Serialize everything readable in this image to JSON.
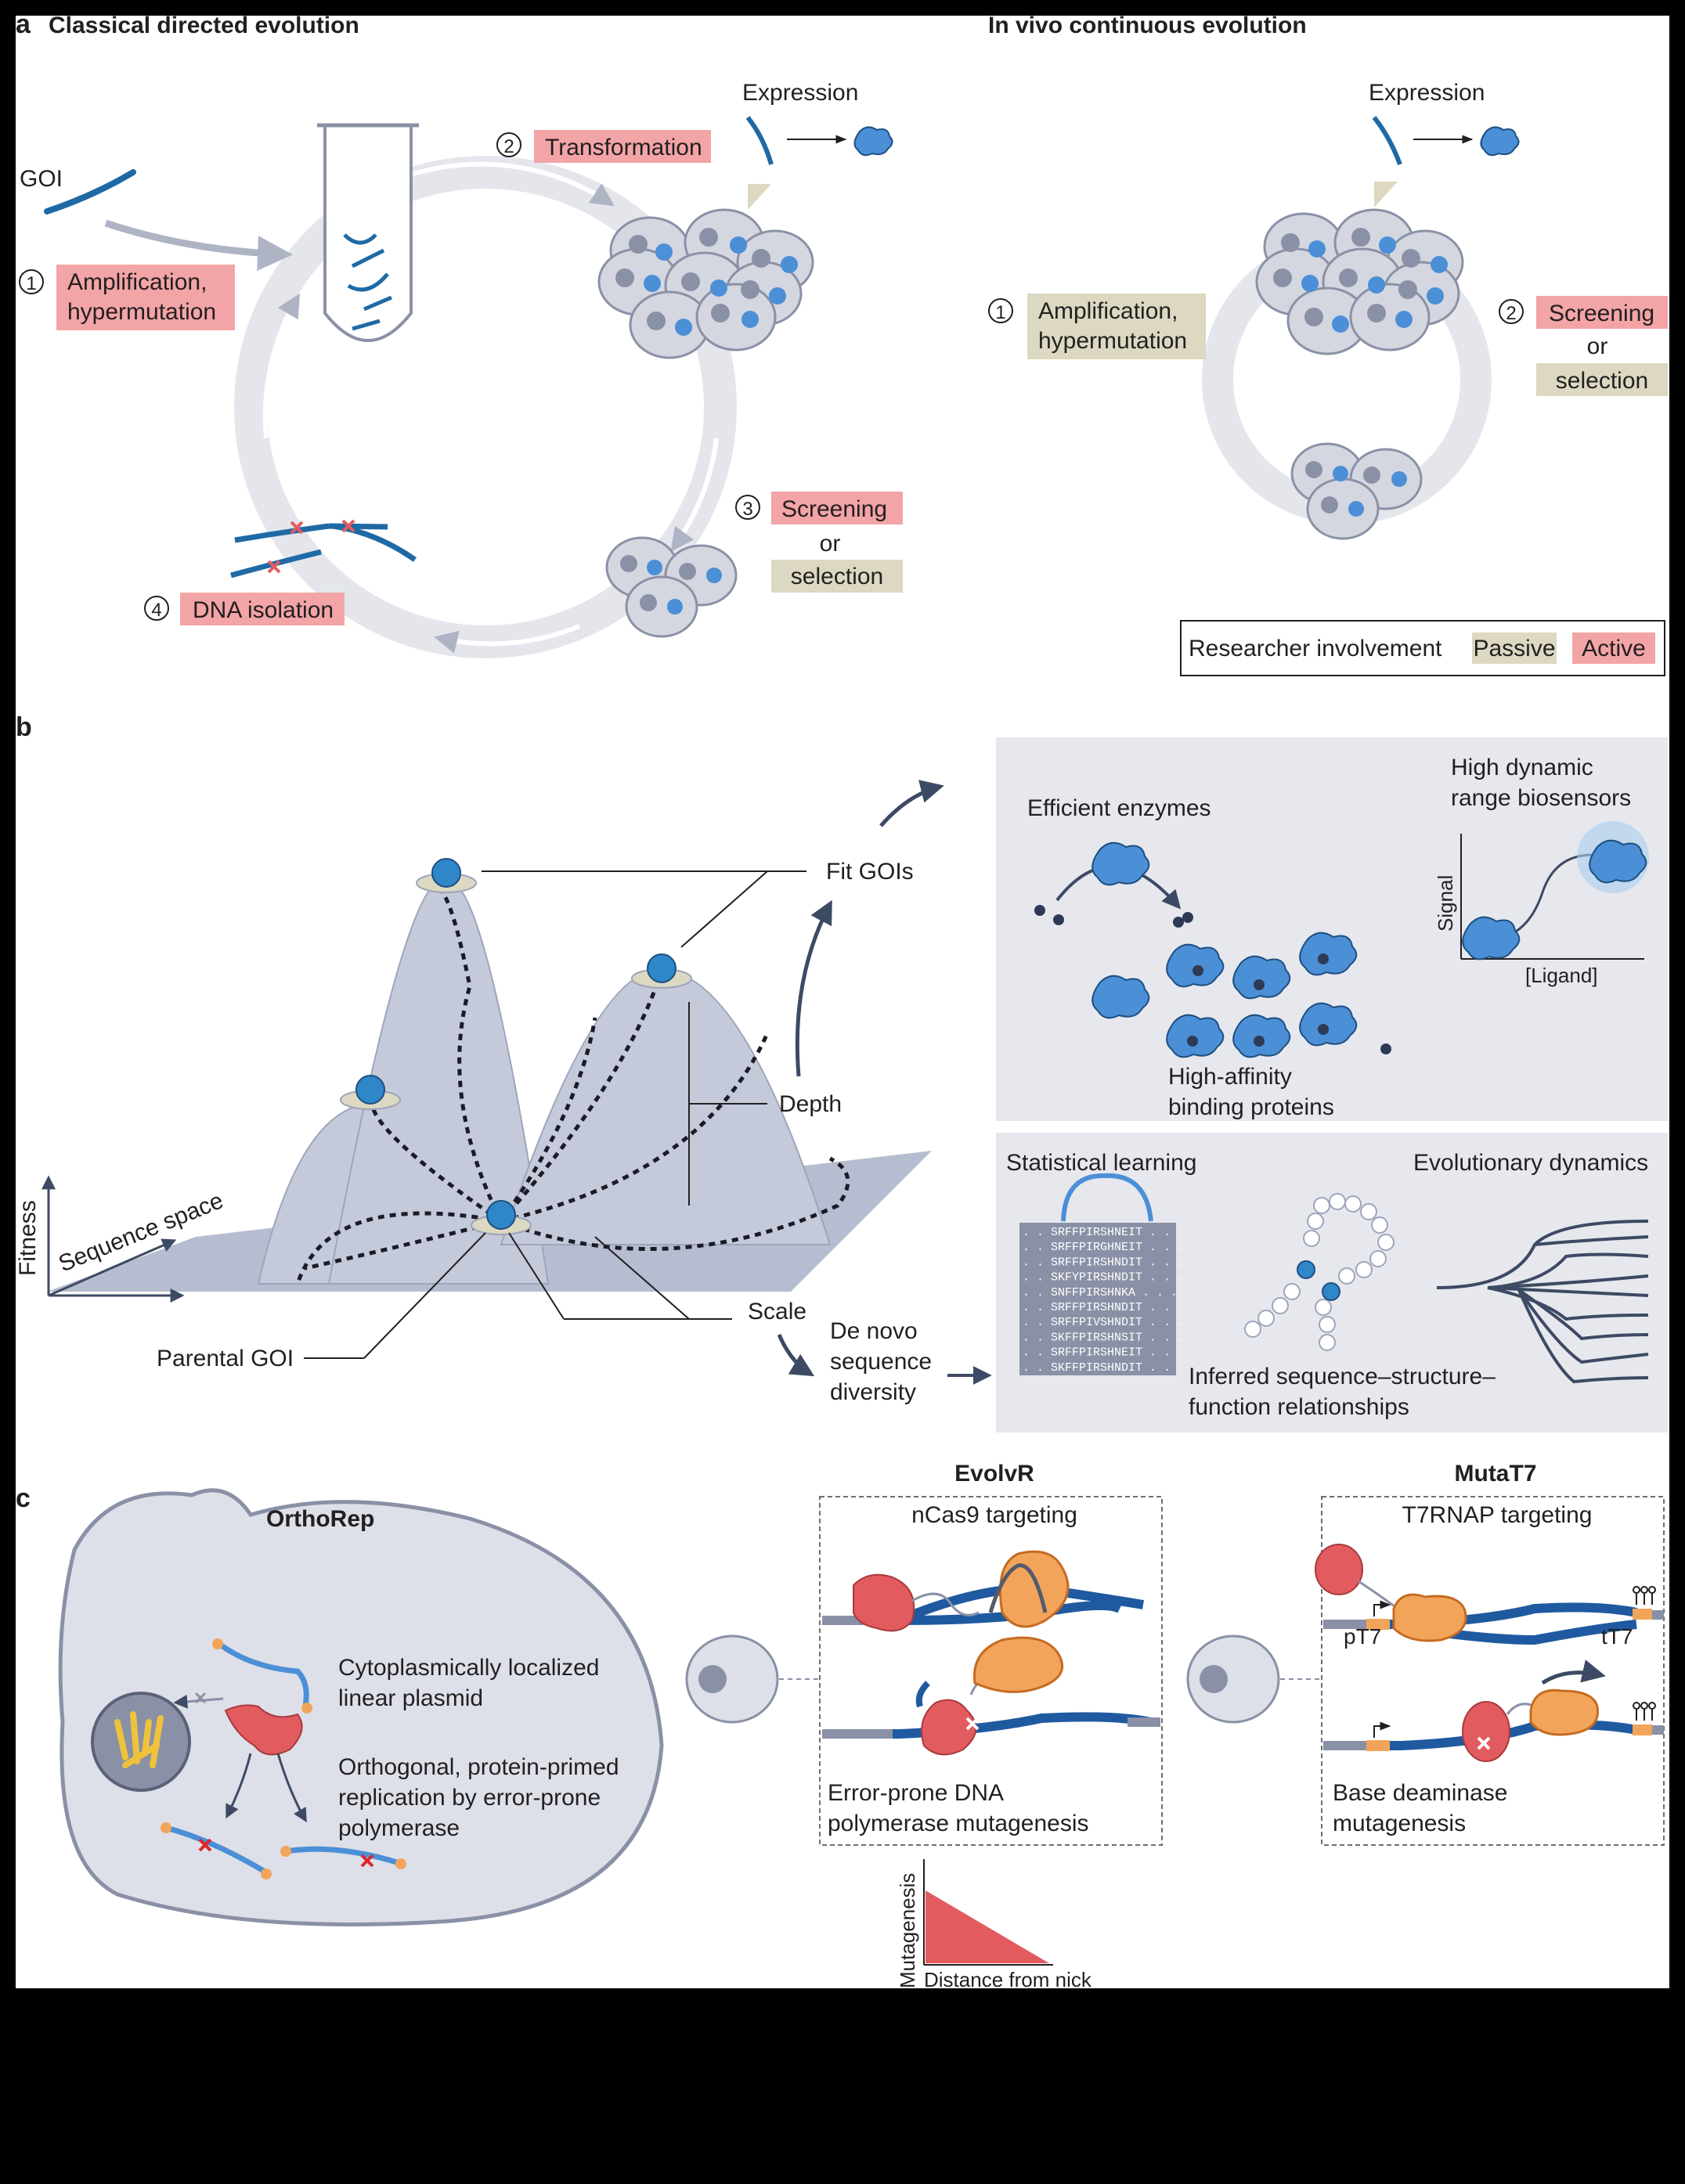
{
  "colors": {
    "active": "#f2a4a6",
    "passive": "#dcd8c1",
    "cell": "#d4d7e0",
    "dna": "#1f6aa5",
    "protein": "#4b8fd6",
    "ring": "#e4e6ec",
    "terrain": "#b7bdd0",
    "box": "#e6e8ee",
    "red": "#e25b5f",
    "orange": "#f28c3b"
  },
  "panel_a": {
    "letter": "a",
    "left_title": "Classical directed evolution",
    "right_title": "In vivo continuous evolution",
    "goi": "GOI",
    "expression": "Expression",
    "steps_left": [
      {
        "num": "1",
        "lines": [
          "Amplification,",
          "hypermutation"
        ]
      },
      {
        "num": "2",
        "lines": [
          "Transformation"
        ]
      },
      {
        "num": "3",
        "lines": [
          "Screening"
        ]
      },
      {
        "num": "4",
        "lines": [
          "DNA isolation"
        ]
      }
    ],
    "or": "or",
    "selection": "selection",
    "steps_right": [
      {
        "num": "1",
        "lines": [
          "Amplification,",
          "hypermutation"
        ]
      },
      {
        "num": "2",
        "lines": [
          "Screening"
        ]
      }
    ],
    "legend": {
      "title": "Researcher involvement",
      "passive": "Passive",
      "active": "Active"
    }
  },
  "panel_b": {
    "letter": "b",
    "axis_y": "Fitness",
    "axis_x": "Sequence space",
    "fit_gois": "Fit GOIs",
    "depth": "Depth",
    "scale": "Scale",
    "parental": "Parental GOI",
    "de_novo": [
      "De novo",
      "sequence",
      "diversity"
    ],
    "efficient": "Efficient enzymes",
    "biosensor": [
      "High dynamic",
      "range biosensors"
    ],
    "signal": "Signal",
    "ligand": "[Ligand]",
    "binding": [
      "High-affinity",
      "binding proteins"
    ],
    "statistical": "Statistical learning",
    "evo_dyn": "Evolutionary dynamics",
    "inferred": [
      "Inferred sequence–structure–",
      "function relationships"
    ],
    "sequences": [
      ". . SRFFPIRSHNEIT . . .",
      ". . SRFFPIRGHNEIT . . .",
      ". . SRFFPIRSHNDIT . . .",
      ". . SKFYPIRSHNDIT . . .",
      ". . SNFFPIRSHNKA . . .",
      ". . SRFFPIRSHNDIT . . .",
      ". . SRFFPIVSHNDIT . . .",
      ". . SKFFPIRSHNSIT . . .",
      ". . SRFFPIRSHNEIT . . .",
      ". . SKFFPIRSHNDIT . . ."
    ]
  },
  "panel_c": {
    "letter": "c",
    "orthorep": "OrthoRep",
    "plasmid": [
      "Cytoplasmically localized",
      "linear plasmid"
    ],
    "ortho": [
      "Orthogonal, protein-primed",
      "replication by error-prone",
      "polymerase"
    ],
    "evolvr": "EvolvR",
    "ncas9": "nCas9 targeting",
    "error_prone": [
      "Error-prone DNA",
      "polymerase mutagenesis"
    ],
    "mutagenesis": "Mutagenesis",
    "distance": "Distance from nick",
    "mutat7": "MutaT7",
    "t7rnap": "T7RNAP targeting",
    "pt7": "pT7",
    "tt7": "tT7",
    "deaminase": [
      "Base deaminase",
      "mutagenesis"
    ]
  }
}
